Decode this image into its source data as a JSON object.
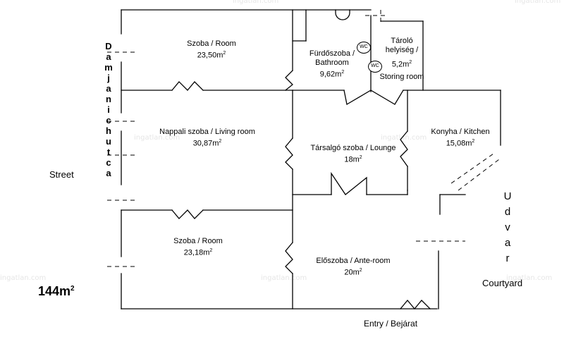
{
  "street_name_vertical": "Damjanich utca",
  "street_label": "Street",
  "courtyard_vertical": "Udvar",
  "courtyard_label": "Courtyard",
  "total_area": "144m",
  "area_sup": "2",
  "entry_label": "Entry / Bejárat",
  "wc_label": "WC",
  "watermark": "ingatlan.com",
  "rooms": {
    "room1": {
      "name": "Szoba / Room",
      "area": "23,50m"
    },
    "bathroom": {
      "name_line1": "Fürdőszoba /",
      "name_line2": "Bathroom",
      "area": "9,62m"
    },
    "storage": {
      "name_line1": "Tároló",
      "name_line2": "helyiség /",
      "area": "5,2m",
      "name_en": "Storing room"
    },
    "living": {
      "name": "Nappali szoba / Living room",
      "area": "30,87m"
    },
    "kitchen": {
      "name": "Konyha / Kitchen",
      "area": "15,08m"
    },
    "lounge": {
      "name": "Társalgó szoba / Lounge",
      "area": "18m"
    },
    "room2": {
      "name": "Szoba / Room",
      "area": "23,18m"
    },
    "anteroom": {
      "name": "Előszoba / Ante-room",
      "area": "20m"
    }
  }
}
